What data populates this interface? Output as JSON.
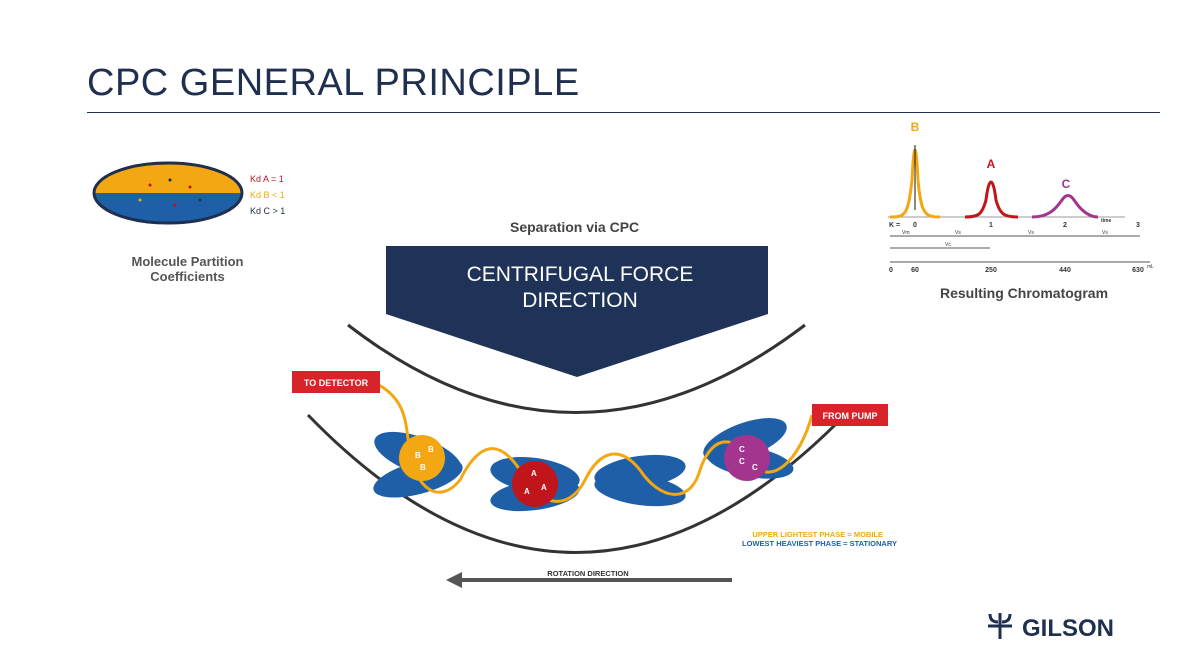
{
  "title": "CPC GENERAL PRINCIPLE",
  "partition": {
    "caption_line1": "Molecule Partition",
    "caption_line2": "Coefficients",
    "kd": [
      {
        "text": "Kd A = 1",
        "color": "#c0161b"
      },
      {
        "text": "Kd B < 1",
        "color": "#f3a712"
      },
      {
        "text": "Kd C > 1",
        "color": "#1f2f4f"
      }
    ]
  },
  "separation_label": "Separation via CPC",
  "force": {
    "line1": "CENTRIFUGAL FORCE",
    "line2": "DIRECTION"
  },
  "tags": {
    "detector": "TO DETECTOR",
    "pump": "FROM PUMP"
  },
  "phases": {
    "upper": "UPPER LIGHTEST PHASE = MOBILE",
    "lower": "LOWEST HEAVIEST PHASE = STATIONARY"
  },
  "rotation": "ROTATION DIRECTION",
  "chromatogram": {
    "caption": "Resulting Chromatogram",
    "peaks": [
      {
        "label": "B",
        "color": "#f3a712"
      },
      {
        "label": "A",
        "color": "#c0161b"
      },
      {
        "label": "C",
        "color": "#a3358f"
      }
    ],
    "k_label": "K =",
    "k_ticks": [
      "0",
      "1",
      "2",
      "3"
    ],
    "time_label": "time",
    "vol_ticks": [
      "0",
      "60",
      "250",
      "440",
      "630"
    ],
    "vol_unit": "mL",
    "v_labels": [
      "Vm",
      "Vs",
      "Vs",
      "Vs",
      "Vc"
    ]
  },
  "molecules": {
    "a": "A",
    "b": "B",
    "c": "C"
  },
  "brand": "GILSON",
  "colors": {
    "navy": "#1f2f4f",
    "red": "#c0161b",
    "yellow": "#f3a712",
    "purple": "#a3358f",
    "blue": "#1f5fa8"
  }
}
